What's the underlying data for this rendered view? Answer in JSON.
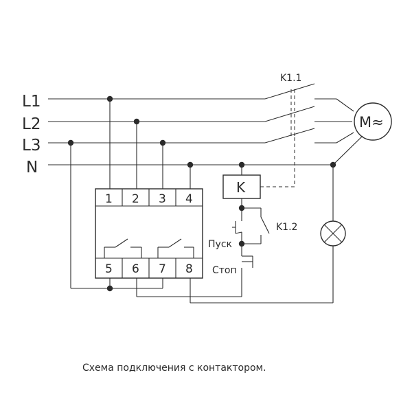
{
  "lines": {
    "l1": "L1",
    "l2": "L2",
    "l3": "L3",
    "n": "N"
  },
  "terminals": {
    "top": [
      "1",
      "2",
      "3",
      "4"
    ],
    "bottom": [
      "5",
      "6",
      "7",
      "8"
    ]
  },
  "contactor": {
    "coil": "K",
    "main_contacts": "K1.1",
    "aux_contact": "K1.2"
  },
  "buttons": {
    "start": "Пуск",
    "stop": "Стоп"
  },
  "motor": {
    "label": "M≈"
  },
  "caption": "Схема подключения с контактором."
}
